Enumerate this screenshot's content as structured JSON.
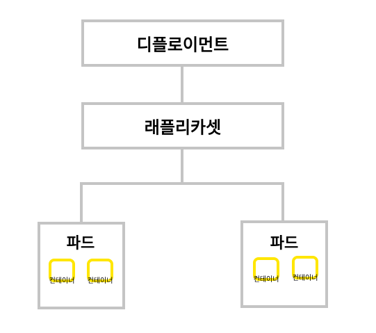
{
  "colors": {
    "node_border": "#c4c4c4",
    "connector": "#c4c4c4",
    "container_border": "#ffe600",
    "text": "#000000",
    "background": "#ffffff"
  },
  "deployment": {
    "label": "디플로이먼트"
  },
  "replicaset": {
    "label": "래플리카셋"
  },
  "pods": [
    {
      "label": "파드",
      "containers": [
        {
          "label": "컨테이너"
        },
        {
          "label": "컨테이너"
        }
      ]
    },
    {
      "label": "파드",
      "containers": [
        {
          "label": "컨테이너"
        },
        {
          "label": "컨테이너"
        }
      ]
    }
  ]
}
